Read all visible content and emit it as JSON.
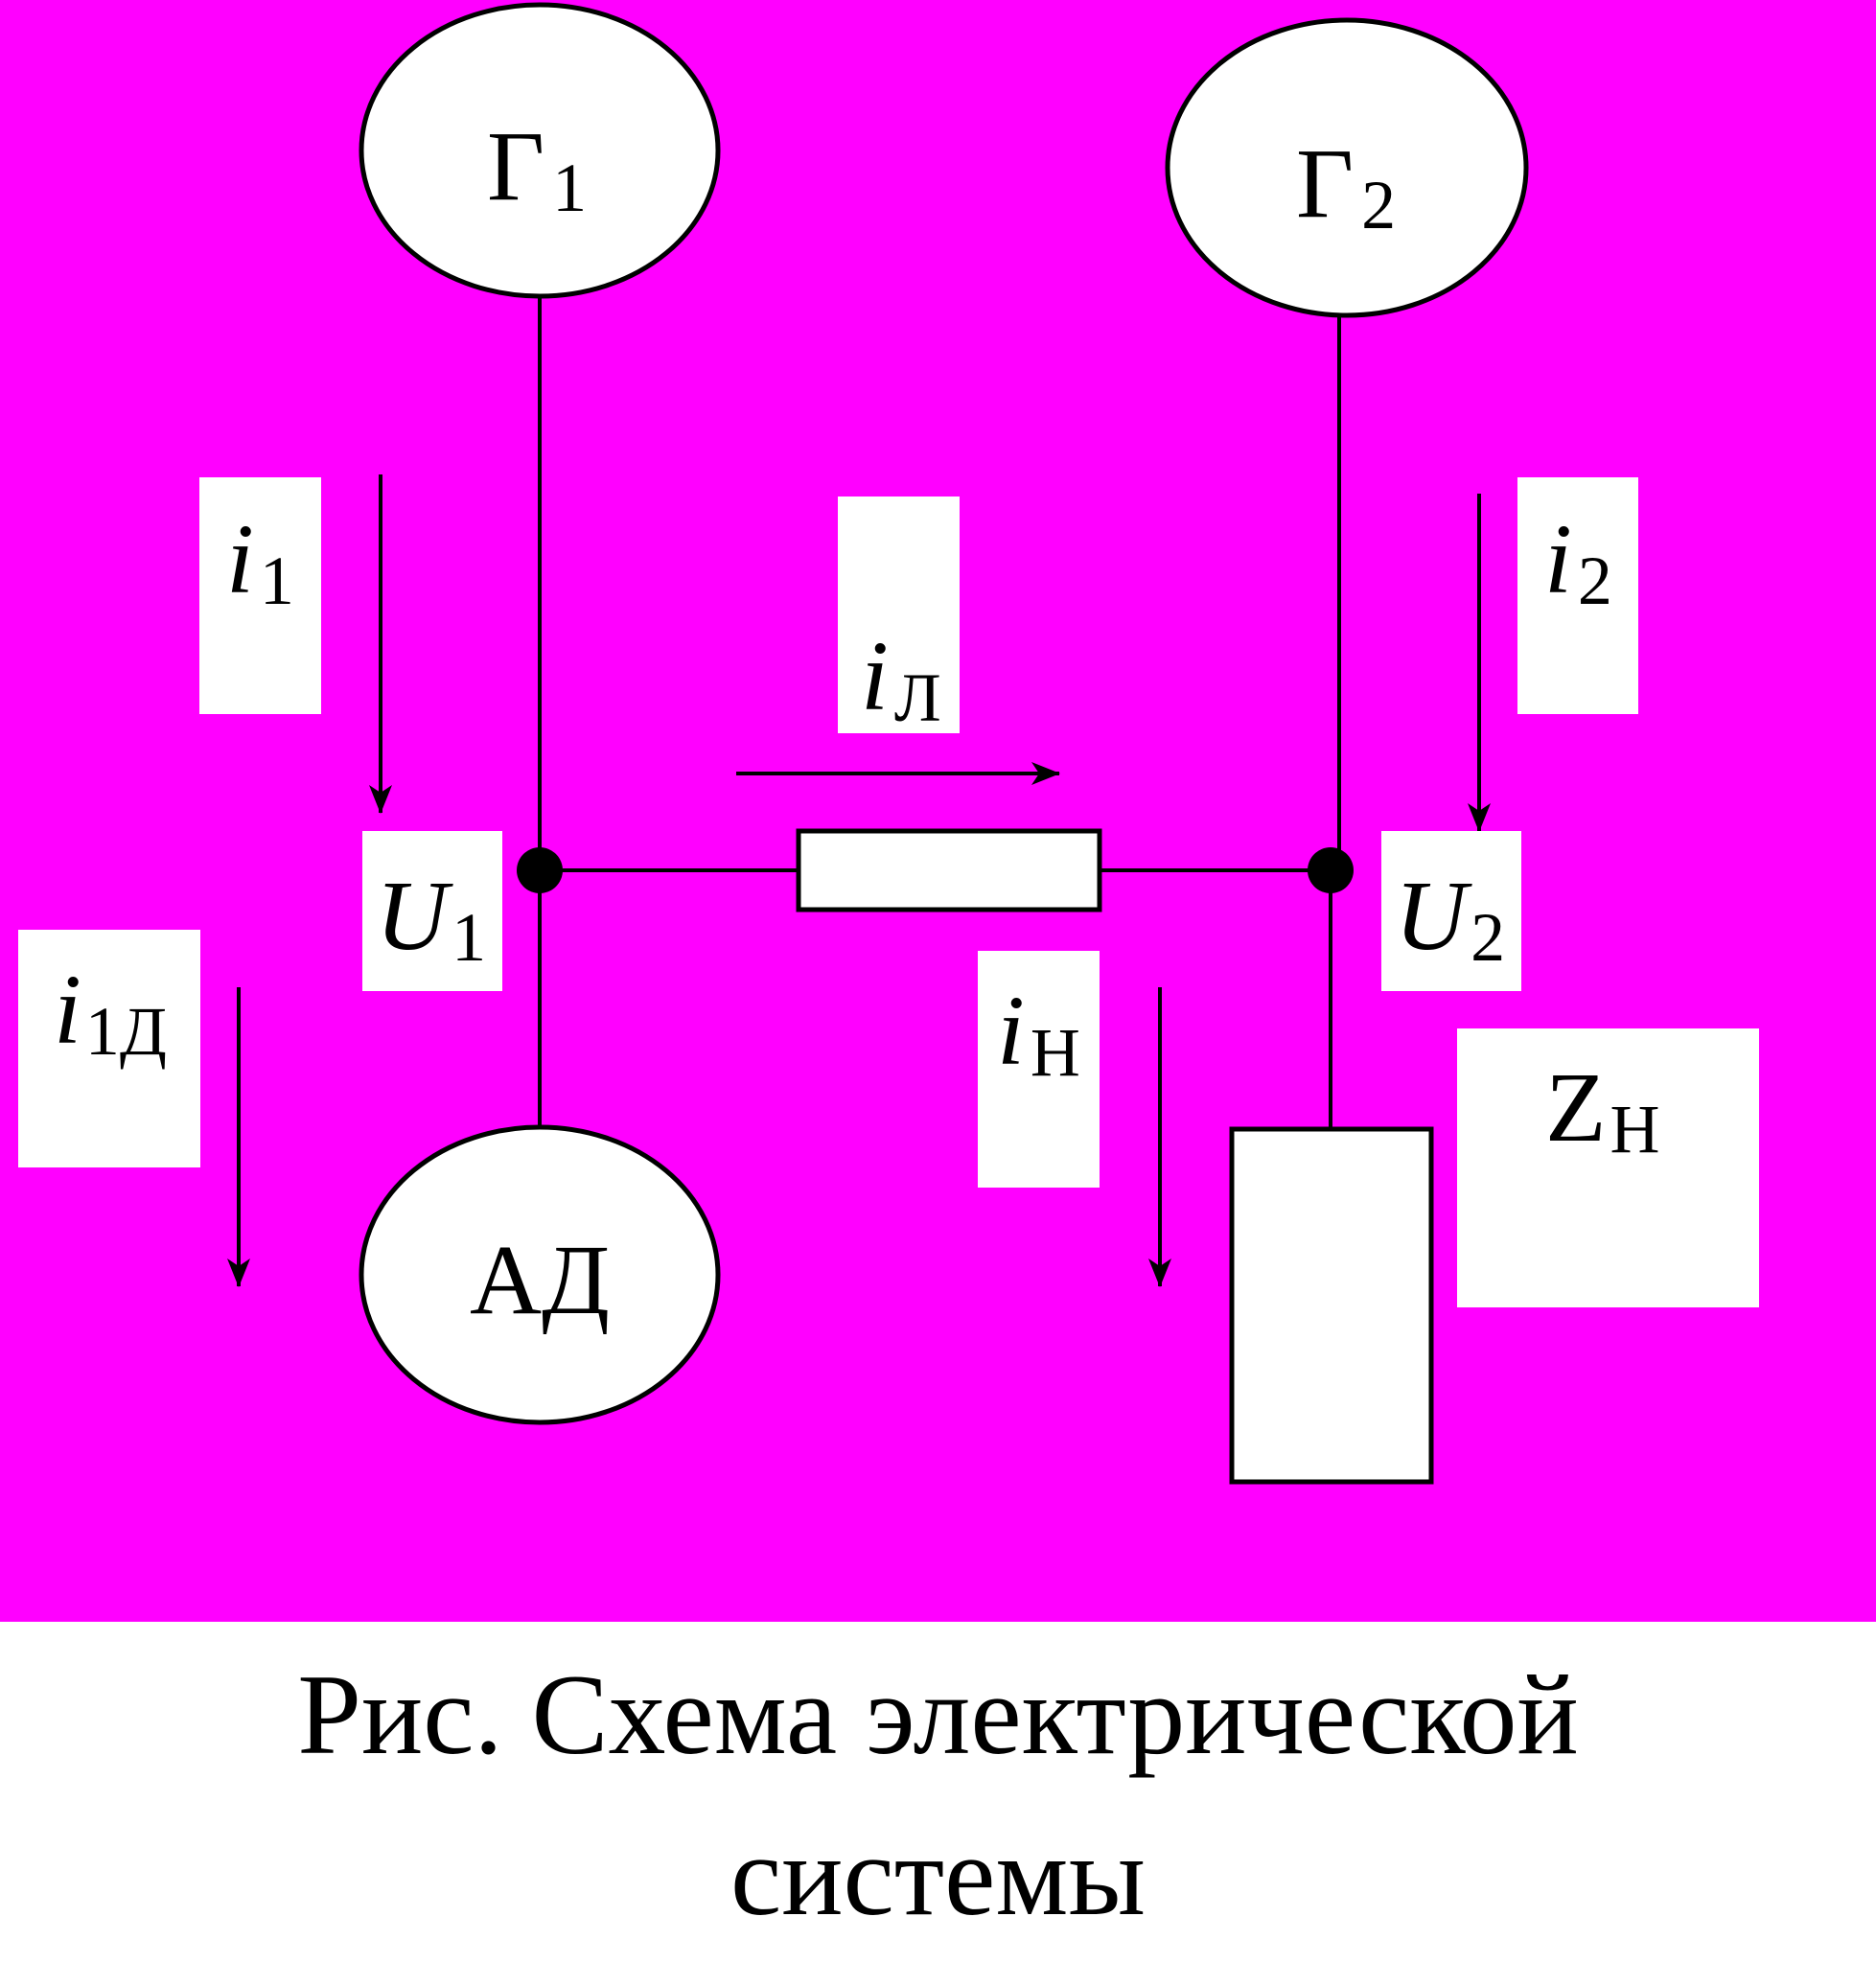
{
  "colors": {
    "background": "#ff00ff",
    "box": "#ffffff",
    "line": "#000000"
  },
  "generators": [
    {
      "letter": "Г",
      "index": "1"
    },
    {
      "letter": "Г",
      "index": "2"
    }
  ],
  "motor": {
    "label": "АД"
  },
  "currents": {
    "i1": {
      "symbol": "i",
      "index": "1"
    },
    "i2": {
      "symbol": "i",
      "index": "2"
    },
    "iL": {
      "symbol": "i",
      "index": "Л"
    },
    "i1D": {
      "symbol": "i",
      "index": "1Д"
    },
    "iN": {
      "symbol": "i",
      "index": "Н"
    }
  },
  "voltages": {
    "U1": {
      "symbol": "U",
      "index": "1"
    },
    "U2": {
      "symbol": "U",
      "index": "2"
    }
  },
  "load": {
    "symbol": "Z",
    "index": "Н"
  },
  "caption": {
    "line1": "Рис. Схема электрической",
    "line2": "системы"
  }
}
